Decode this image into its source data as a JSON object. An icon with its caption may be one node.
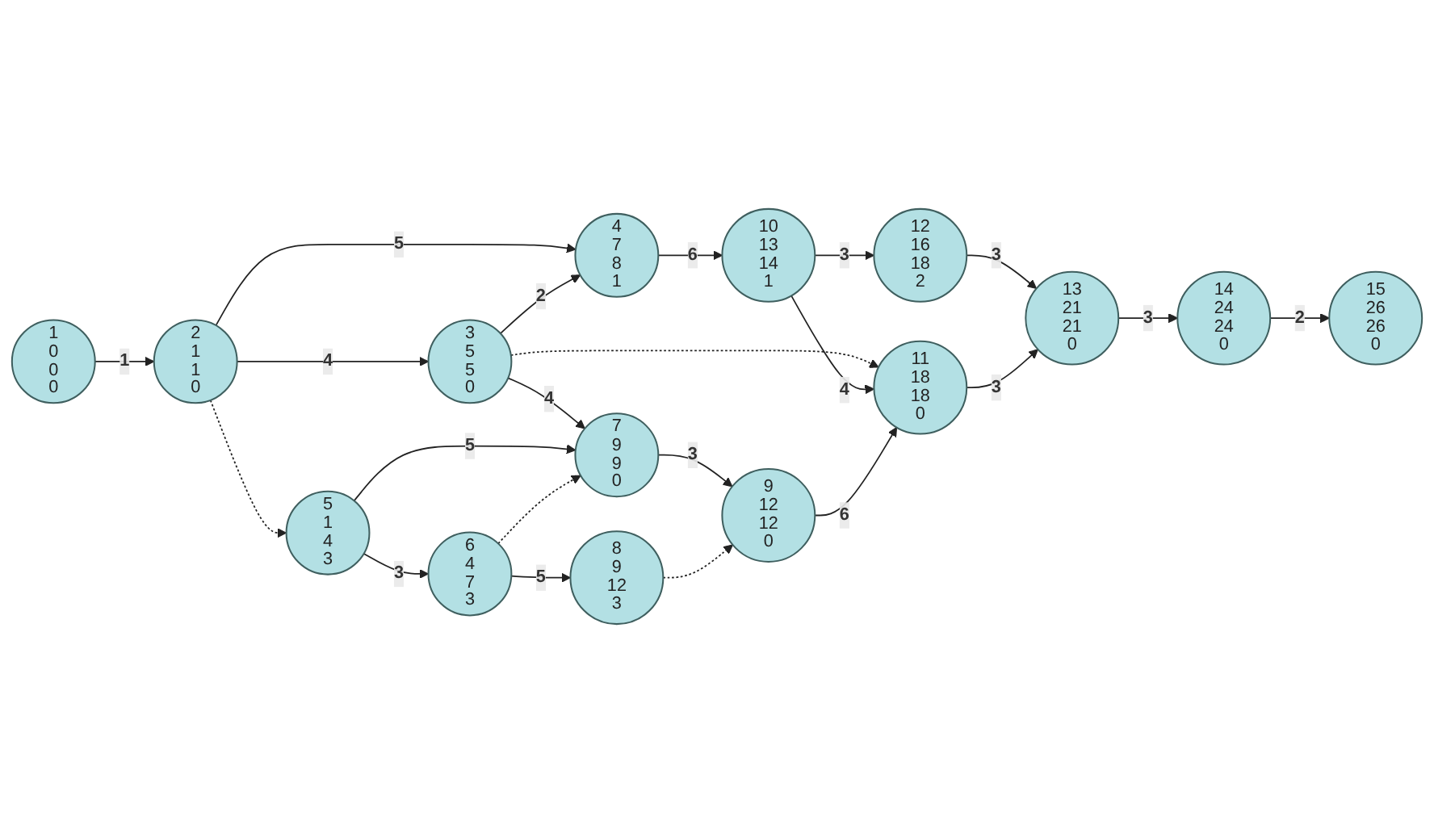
{
  "diagram": {
    "nodes": [
      {
        "text": [
          "1",
          "0",
          "0",
          "0"
        ]
      },
      {
        "text": [
          "2",
          "1",
          "1",
          "0"
        ]
      },
      {
        "text": [
          "3",
          "5",
          "5",
          "0"
        ]
      },
      {
        "text": [
          "4",
          "7",
          "8",
          "1"
        ]
      },
      {
        "text": [
          "5",
          "1",
          "4",
          "3"
        ]
      },
      {
        "text": [
          "6",
          "4",
          "7",
          "3"
        ]
      },
      {
        "text": [
          "7",
          "9",
          "9",
          "0"
        ]
      },
      {
        "text": [
          "8",
          "9",
          "12",
          "3"
        ]
      },
      {
        "text": [
          "9",
          "12",
          "12",
          "0"
        ]
      },
      {
        "text": [
          "10",
          "13",
          "14",
          "1"
        ]
      },
      {
        "text": [
          "11",
          "18",
          "18",
          "0"
        ]
      },
      {
        "text": [
          "12",
          "16",
          "18",
          "2"
        ]
      },
      {
        "text": [
          "13",
          "21",
          "21",
          "0"
        ]
      },
      {
        "text": [
          "14",
          "24",
          "24",
          "0"
        ]
      },
      {
        "text": [
          "15",
          "26",
          "26",
          "0"
        ]
      }
    ],
    "edges": [
      {
        "from": 0,
        "to": 1,
        "arrow": "to",
        "label": "1"
      },
      {
        "from": 1,
        "to": 3,
        "arrow": "to",
        "label": "5"
      },
      {
        "from": 1,
        "to": 2,
        "arrow": "to",
        "label": "4"
      },
      {
        "from": 1,
        "to": 4,
        "arrow": "to",
        "style": "dashed"
      },
      {
        "from": 2,
        "to": 3,
        "arrow": "to",
        "label": "2"
      },
      {
        "from": 2,
        "to": 6,
        "arrow": "to",
        "label": "4"
      },
      {
        "from": 2,
        "to": 10,
        "arrow": "to",
        "style": "dashed"
      },
      {
        "from": 3,
        "to": 9,
        "arrow": "to",
        "label": "6"
      },
      {
        "from": 9,
        "to": 11,
        "arrow": "to",
        "label": "3"
      },
      {
        "from": 9,
        "to": 10,
        "arrow": "to",
        "label": "4"
      },
      {
        "from": 11,
        "to": 12,
        "arrow": "to",
        "label": "3"
      },
      {
        "from": 10,
        "to": 12,
        "arrow": "to",
        "label": "3"
      },
      {
        "from": 12,
        "to": 13,
        "arrow": "to",
        "label": "3"
      },
      {
        "from": 13,
        "to": 14,
        "arrow": "to",
        "label": "2"
      },
      {
        "from": 4,
        "to": 6,
        "arrow": "to",
        "label": "5"
      },
      {
        "from": 4,
        "to": 5,
        "arrow": "to",
        "label": "3"
      },
      {
        "from": 5,
        "to": 6,
        "arrow": "to",
        "style": "dashed"
      },
      {
        "from": 5,
        "to": 7,
        "arrow": "to",
        "label": "5"
      },
      {
        "from": 6,
        "to": 8,
        "arrow": "to",
        "label": "3"
      },
      {
        "from": 7,
        "to": 8,
        "arrow": "to",
        "style": "dashed"
      },
      {
        "from": 8,
        "to": 10,
        "arrow": "to",
        "label": "6"
      }
    ]
  }
}
